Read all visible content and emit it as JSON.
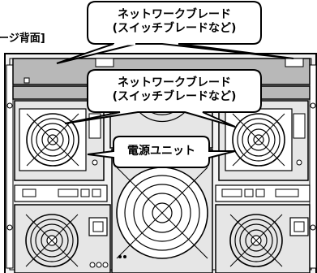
{
  "caption_fragment": "ージ背面]",
  "callouts": {
    "top": {
      "line1": "ネットワークブレード",
      "line2": "(スイッチブレードなど)"
    },
    "middle": {
      "line1": "ネットワークブレード",
      "line2": "(スイッチブレードなど)"
    },
    "power": {
      "label": "電源ユニット"
    }
  },
  "colors": {
    "outline": "#000000",
    "chassis_fill": "#f2f2f2",
    "blade_fill": "#b8b8b8",
    "fan_fill": "#e6e6e6"
  }
}
